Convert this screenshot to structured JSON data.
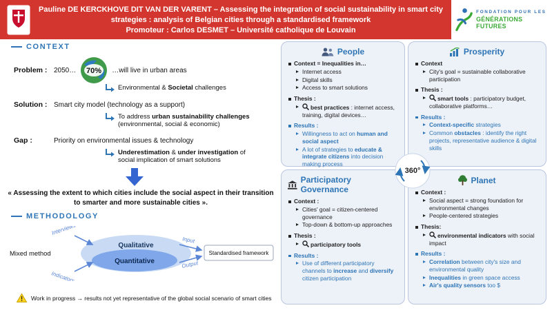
{
  "theme": {
    "banner_red": "#d3362e",
    "accent_blue": "#2e75b6",
    "green": "#3aaa35",
    "panel_bg": "#edf1f8"
  },
  "header": {
    "title": "Pauline DE KERCKHOVE DIT VAN DER VARENT – Assessing the integration of social sustainability in smart city strategies : analysis of Belgian cities through a standardised framework",
    "promoter": "Promoteur : Carlos DESMET – Université catholique de Louvain",
    "foundation_line1": "FONDATION POUR LES",
    "foundation_line2": "GÉNÉRATIONS FUTURES"
  },
  "context": {
    "heading": "CONTEXT",
    "problem": {
      "label": "Problem :",
      "pre": "2050…",
      "percent": "70%",
      "post": "…will live in urban areas",
      "sub": [
        {
          "t": "Environmental & "
        },
        {
          "t": "Societal",
          "b": true
        },
        {
          "t": " challenges"
        }
      ]
    },
    "solution": {
      "label": "Solution :",
      "text": "Smart city model (technology as a support)",
      "sub_line1": [
        {
          "t": "To address "
        },
        {
          "t": "urban sustainability challenges",
          "b": true
        }
      ],
      "sub_line2": "(environmental, social & economic)"
    },
    "gap": {
      "label": "Gap :",
      "text": "Priority on environmental issues & technology",
      "sub": [
        {
          "t": "Underestimation",
          "b": true
        },
        {
          "t": " & "
        },
        {
          "t": "under investigation",
          "b": true
        },
        {
          "t": " of social implication of smart solutions"
        }
      ]
    },
    "quote": "« Assessing the extent to which cities include the social aspect in their transition to smarter and more sustainable cities »."
  },
  "methodology": {
    "heading": "METHODOLOGY",
    "mixed_method": "Mixed method",
    "qualitative": "Qualitative",
    "quantitative": "Quantitative",
    "arrows": {
      "interviews": "Interviews",
      "indicators": "Indicators",
      "input": "Input",
      "output": "Output"
    },
    "framework": "Standardised framework",
    "note": "Work in progress → results not yet representative of the global social scenario of smart cities"
  },
  "center_badge": "360°",
  "boxes": {
    "people": {
      "title": "People",
      "context_head": "Context = Inequalities in…",
      "context_items": [
        "Internet access",
        "Digital skills",
        "Access to smart solutions"
      ],
      "thesis_head": "Thesis :",
      "thesis_item": [
        {
          "t": "best practices",
          "b": true
        },
        {
          "t": " : internet access, training, digital devices…"
        }
      ],
      "results_head": "Results :",
      "results_items": [
        [
          {
            "t": "Willingness to act on "
          },
          {
            "t": "human and social aspect",
            "b": true
          }
        ],
        [
          {
            "t": "A lot of strategies to "
          },
          {
            "t": "educate & integrate citizens",
            "b": true
          },
          {
            "t": " into decision making process"
          }
        ]
      ]
    },
    "prosperity": {
      "title": "Prosperity",
      "context_head": "Context",
      "context_items": [
        "City's goal = sustainable collaborative participation"
      ],
      "thesis_head": "Thesis :",
      "thesis_item": [
        {
          "t": "smart tools",
          "b": true
        },
        {
          "t": " : participatory budget, collaborative platforms…"
        }
      ],
      "results_head": "Results :",
      "results_items": [
        [
          {
            "t": "Context-specific",
            "b": true
          },
          {
            "t": " strategies"
          }
        ],
        [
          {
            "t": "Common "
          },
          {
            "t": "obstacles",
            "b": true
          },
          {
            "t": " : identify the right projects, representative audience & digital skills"
          }
        ]
      ]
    },
    "governance": {
      "title": "Participatory Governance",
      "context_head": "Context :",
      "context_items": [
        "Cities' goal = citizen-centered governance",
        "Top-down & bottom-up approaches"
      ],
      "thesis_head": "Thesis :",
      "thesis_item": [
        {
          "t": "participatory tools",
          "b": true
        }
      ],
      "results_head": "Results :",
      "results_items": [
        [
          {
            "t": "Use of different participatory channels to "
          },
          {
            "t": "increase",
            "b": true
          },
          {
            "t": " and "
          },
          {
            "t": "diversify",
            "b": true
          },
          {
            "t": " citizen participation"
          }
        ]
      ]
    },
    "planet": {
      "title": "Planet",
      "context_head": "Context :",
      "context_items": [
        "Social aspect = strong foundation for environmental changes",
        "People-centered strategies"
      ],
      "thesis_head": "Thesis:",
      "thesis_item": [
        {
          "t": "environmental indicators",
          "b": true
        },
        {
          "t": " with social impact"
        }
      ],
      "results_head": "Results :",
      "results_items": [
        [
          {
            "t": "Correlation",
            "b": true
          },
          {
            "t": " between city's size and environmental quality"
          }
        ],
        [
          {
            "t": "Inequalities",
            "b": true
          },
          {
            "t": " in green space access"
          }
        ],
        [
          {
            "t": "Air's quality sensors",
            "b": true
          },
          {
            "t": " too $"
          }
        ]
      ]
    }
  }
}
